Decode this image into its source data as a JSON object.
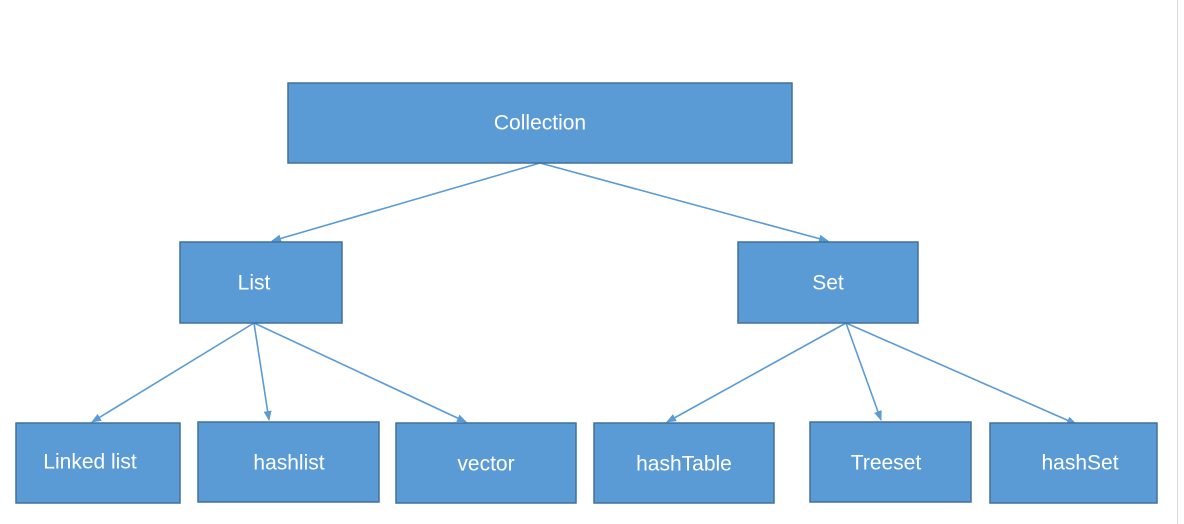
{
  "diagram": {
    "colors": {
      "box_fill": "#5b9bd5",
      "box_stroke": "#41719c",
      "edge": "#5b9bd5",
      "label": "#ffffff"
    },
    "nodes": {
      "collection": {
        "label": "Collection"
      },
      "list": {
        "label": "List"
      },
      "set": {
        "label": "Set"
      },
      "linked_list": {
        "label": "Linked list"
      },
      "hashlist": {
        "label": "hashlist"
      },
      "vector": {
        "label": "vector"
      },
      "hashtable": {
        "label": "hashTable"
      },
      "treeset": {
        "label": "Treeset"
      },
      "hashset": {
        "label": "hashSet"
      }
    },
    "edges": [
      {
        "from": "collection",
        "to": "list"
      },
      {
        "from": "collection",
        "to": "set"
      },
      {
        "from": "list",
        "to": "linked_list"
      },
      {
        "from": "list",
        "to": "hashlist"
      },
      {
        "from": "list",
        "to": "vector"
      },
      {
        "from": "set",
        "to": "hashtable"
      },
      {
        "from": "set",
        "to": "treeset"
      },
      {
        "from": "set",
        "to": "hashset"
      }
    ]
  }
}
